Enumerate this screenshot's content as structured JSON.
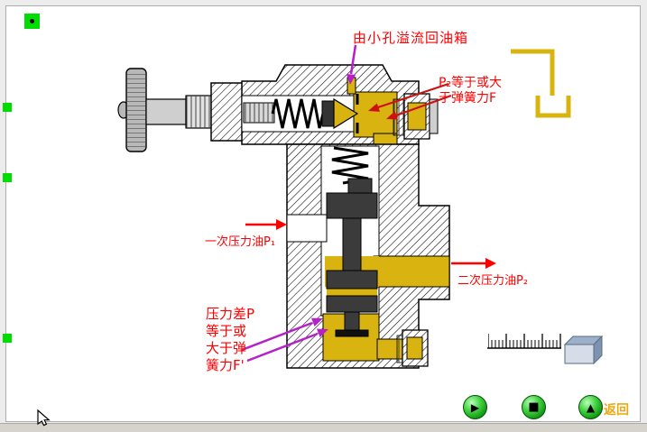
{
  "window": {
    "background": "#ececec",
    "canvas_background": "#ffffff"
  },
  "labels": {
    "overflow_to_tank": "由小孔溢流回油箱",
    "p2_spring_line1": "P₂等于或大",
    "p2_spring_line2": "于弹簧力F",
    "primary_oil": "一次压力油P₁",
    "secondary_oil": "二次压力油P₂",
    "pressure_diff_line1": "压力差P",
    "pressure_diff_line2": "等于或",
    "pressure_diff_line3": "大于弹",
    "pressure_diff_line4": "簧力F'"
  },
  "colors": {
    "annotation_red": "#ff0000",
    "fluid_yellow": "#d9b411",
    "arrow_purple": "#b520c8",
    "spool_dark": "#3b3b3b",
    "marker_green": "#00dd00",
    "button_green": "#0c930c",
    "return_gold": "#eda712"
  },
  "player": {
    "icons": {
      "play": "▶",
      "stop": "■",
      "up": "▲"
    },
    "return_label": "返回"
  }
}
